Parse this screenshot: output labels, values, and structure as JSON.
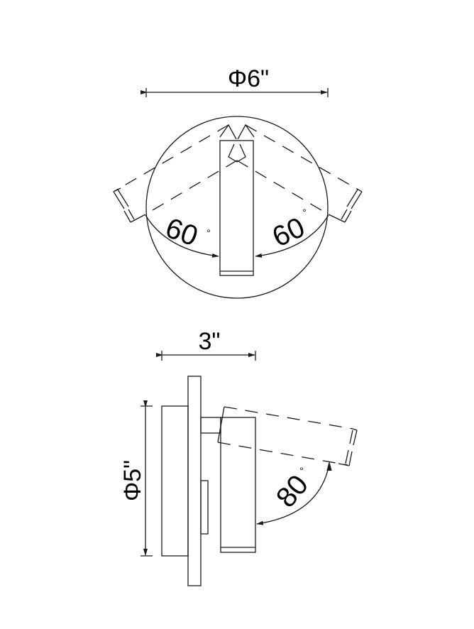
{
  "drawing": {
    "front_view": {
      "diameter_label": "Φ6\"",
      "left_angle": "60",
      "right_angle": "60",
      "degree_symbol": "°"
    },
    "side_view": {
      "depth_label": "3\"",
      "canopy_diameter_label": "Φ5\"",
      "tilt_angle": "80",
      "degree_symbol": "°"
    },
    "colors": {
      "line": "#1a1a1a",
      "background": "#ffffff"
    }
  }
}
